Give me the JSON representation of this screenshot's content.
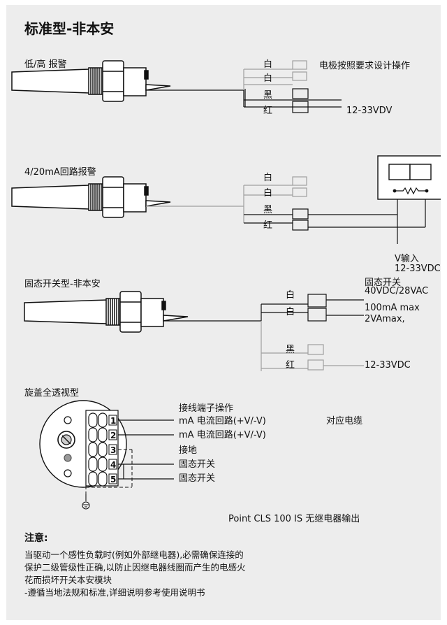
{
  "header": {
    "title": "标准型-非本安"
  },
  "section1": {
    "title": "低/高 报警",
    "wires": [
      "白",
      "白",
      "黑",
      "红"
    ],
    "design_note": "电极按照要求设计操作",
    "voltage": "12-33VDV"
  },
  "section2": {
    "title": "4/20mA回路报警",
    "wires": [
      "白",
      "白",
      "黑",
      "红"
    ],
    "v_input": "V输入",
    "voltage": "12-33VDC"
  },
  "section3": {
    "title": "固态开关型-非本安",
    "wires": [
      "白",
      "白",
      "黑",
      "红"
    ],
    "spec1": "固态开关",
    "spec2": "40VDC/28VAC",
    "spec3": "100mA max",
    "spec4": "2VAmax,",
    "voltage": "12-33VDC"
  },
  "section4": {
    "title": "旋盖全透视型",
    "terminal_title": "接线端子操作",
    "terminals": [
      "1",
      "2",
      "3",
      "4",
      "5"
    ],
    "labels": [
      "mA 电流回路(+V/-V)",
      "mA 电流回路(+V/-V)",
      "接地",
      "固态开关",
      "固态开关"
    ],
    "cable_label": "对应电缆",
    "product_caption": "Point CLS 100 IS 无继电器输出"
  },
  "notes": {
    "title": "注意:",
    "lines": [
      "当驱动一个感性负载时(例如外部继电器),必需确保连接的",
      "保护二级管级性正确,以防止因继电器线圈而产生的电感火",
      "花而损坏开关本安模块",
      "-遵循当地法规和标准,详细说明参考使用说明书"
    ]
  },
  "colors": {
    "background": "#ededed",
    "ink": "#111111",
    "grey_line": "#a0a0a0"
  },
  "icons": [
    "sensor-probe-icon",
    "resistor-icon",
    "ground-icon",
    "screw-icon"
  ]
}
